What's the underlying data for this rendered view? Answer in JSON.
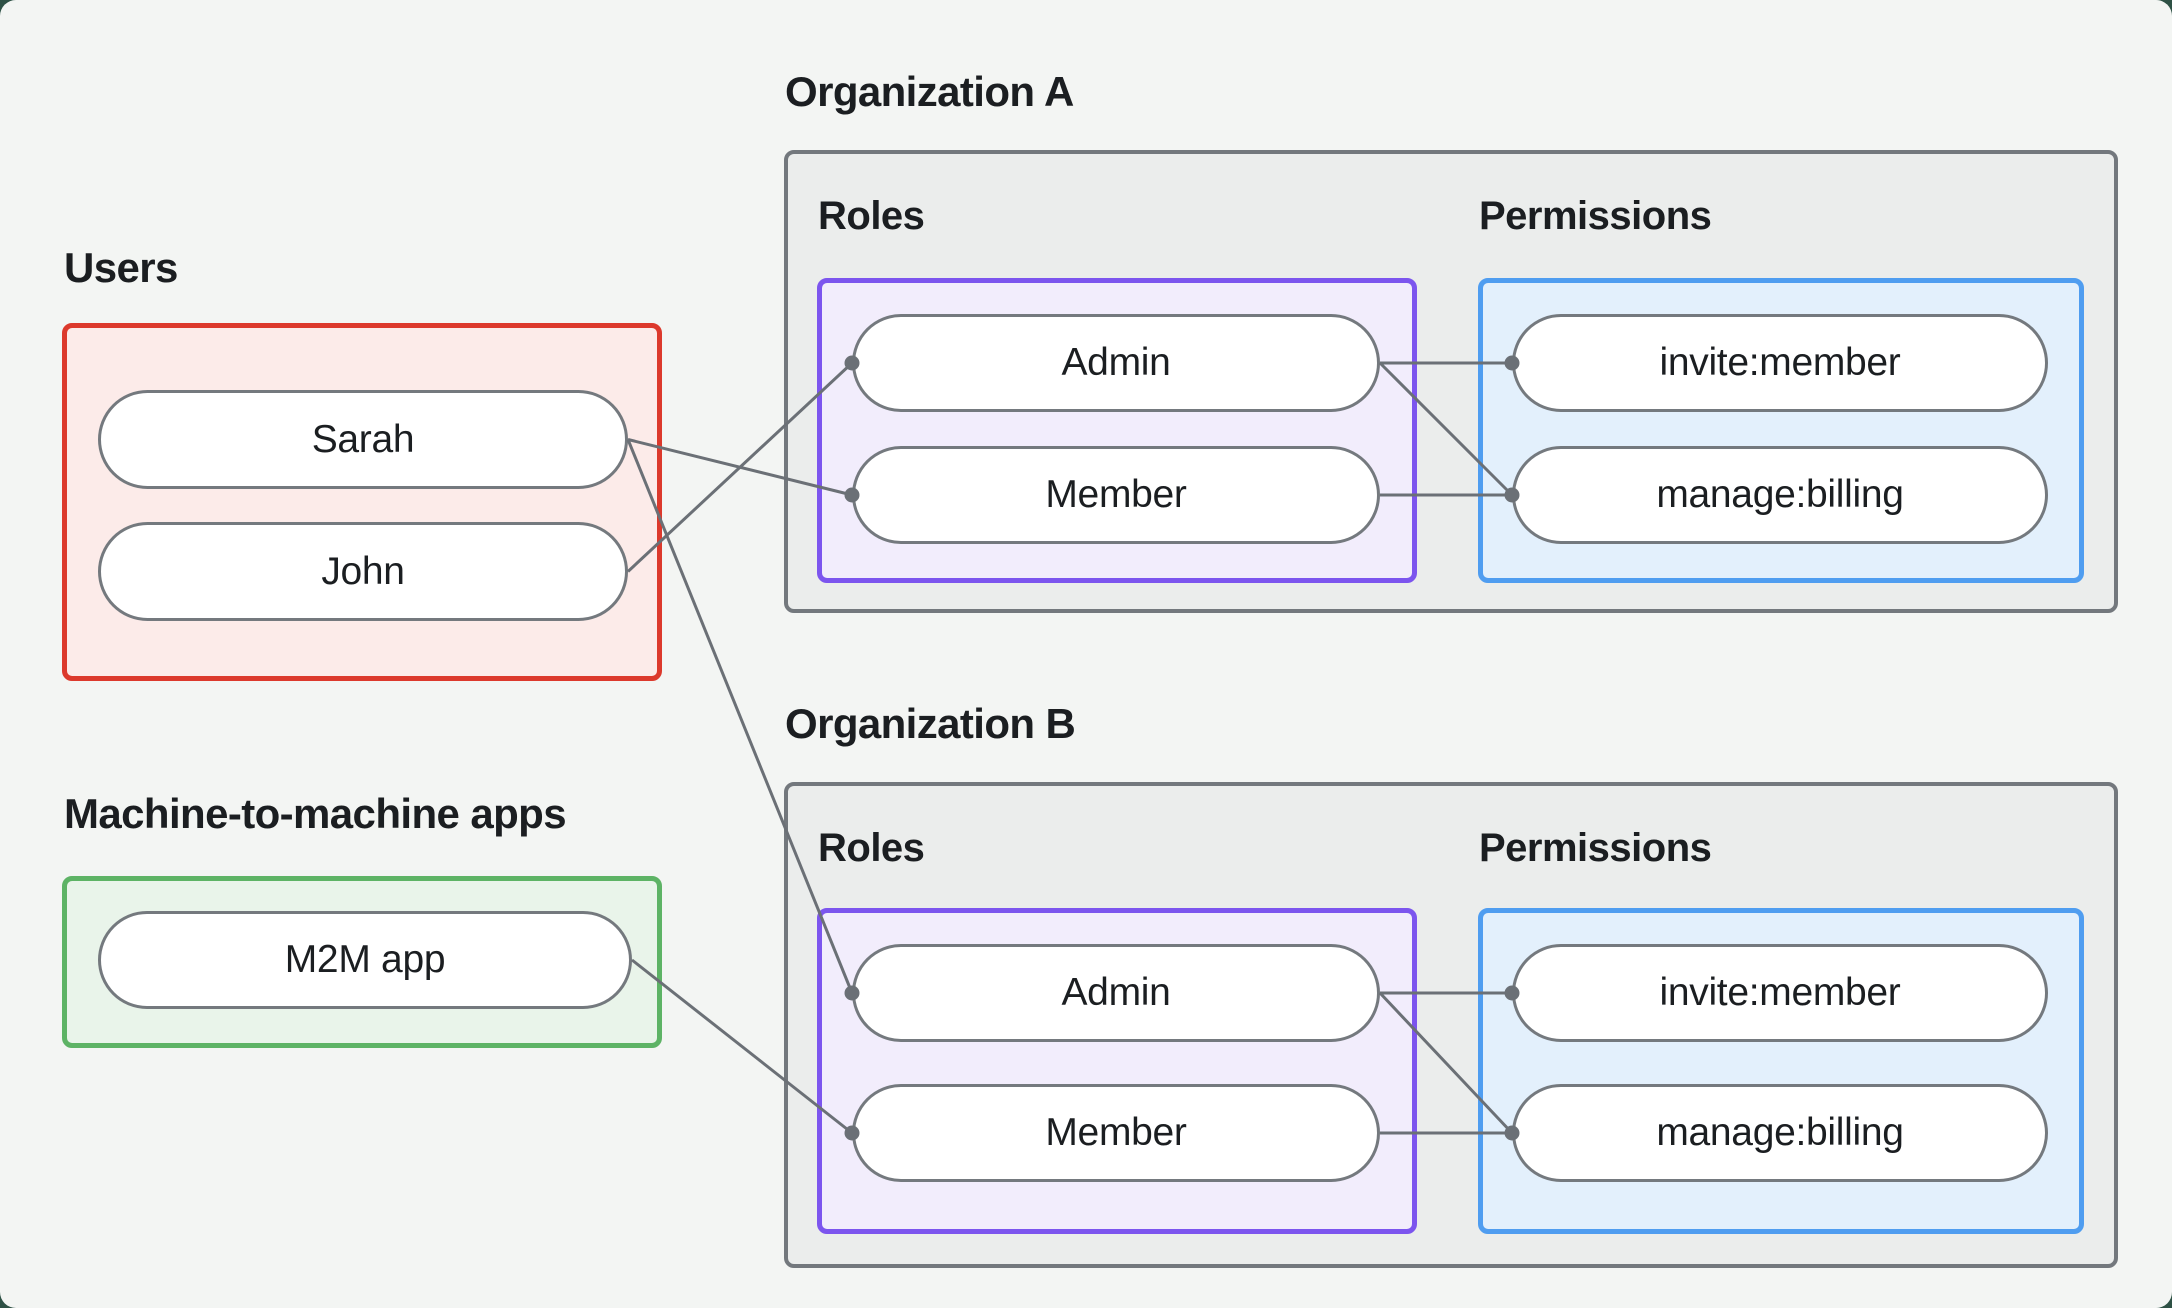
{
  "groups": {
    "users": {
      "label": "Users",
      "items": [
        {
          "id": "sarah",
          "label": "Sarah"
        },
        {
          "id": "john",
          "label": "John"
        }
      ]
    },
    "m2m": {
      "label": "Machine-to-machine apps",
      "items": [
        {
          "id": "m2m",
          "label": "M2M app"
        }
      ]
    }
  },
  "orgs": [
    {
      "title": "Organization A",
      "roles_label": "Roles",
      "permissions_label": "Permissions",
      "roles": [
        {
          "id": "orgA-admin",
          "label": "Admin"
        },
        {
          "id": "orgA-member",
          "label": "Member"
        }
      ],
      "permissions": [
        {
          "id": "orgA-invite",
          "label": "invite:member"
        },
        {
          "id": "orgA-manage",
          "label": "manage:billing"
        }
      ]
    },
    {
      "title": "Organization B",
      "roles_label": "Roles",
      "permissions_label": "Permissions",
      "roles": [
        {
          "id": "orgB-admin",
          "label": "Admin"
        },
        {
          "id": "orgB-member",
          "label": "Member"
        }
      ],
      "permissions": [
        {
          "id": "orgB-invite",
          "label": "invite:member"
        },
        {
          "id": "orgB-manage",
          "label": "manage:billing"
        }
      ]
    }
  ],
  "connections": [
    {
      "from": "john",
      "to": "orgA-admin"
    },
    {
      "from": "sarah",
      "to": "orgA-member"
    },
    {
      "from": "sarah",
      "to": "orgB-admin"
    },
    {
      "from": "m2m",
      "to": "orgB-member"
    },
    {
      "from": "orgA-admin",
      "to": "orgA-invite"
    },
    {
      "from": "orgA-admin",
      "to": "orgA-manage"
    },
    {
      "from": "orgA-member",
      "to": "orgA-manage"
    },
    {
      "from": "orgB-admin",
      "to": "orgB-invite"
    },
    {
      "from": "orgB-admin",
      "to": "orgB-manage"
    },
    {
      "from": "orgB-member",
      "to": "orgB-manage"
    }
  ],
  "colors": {
    "canvas-bg": "#f3f5f3",
    "outer-bg": "#2e5145",
    "users-border": "#dc392c",
    "users-fill": "#fcebe9",
    "m2m-border": "#5db365",
    "m2m-fill": "#e9f4ea",
    "org-border": "#73787d",
    "org-fill": "#ebedec",
    "roles-border": "#7c55ee",
    "roles-fill": "#f2edfc",
    "permissions-border": "#4f9df0",
    "permissions-fill": "#e3f0fc",
    "pill-border": "#74797e",
    "pill-fill": "#ffffff",
    "edge": "#6b7076",
    "text": "#1b1e21"
  },
  "edge_style": {
    "line_width": 3,
    "dot_radius": 7.5
  }
}
